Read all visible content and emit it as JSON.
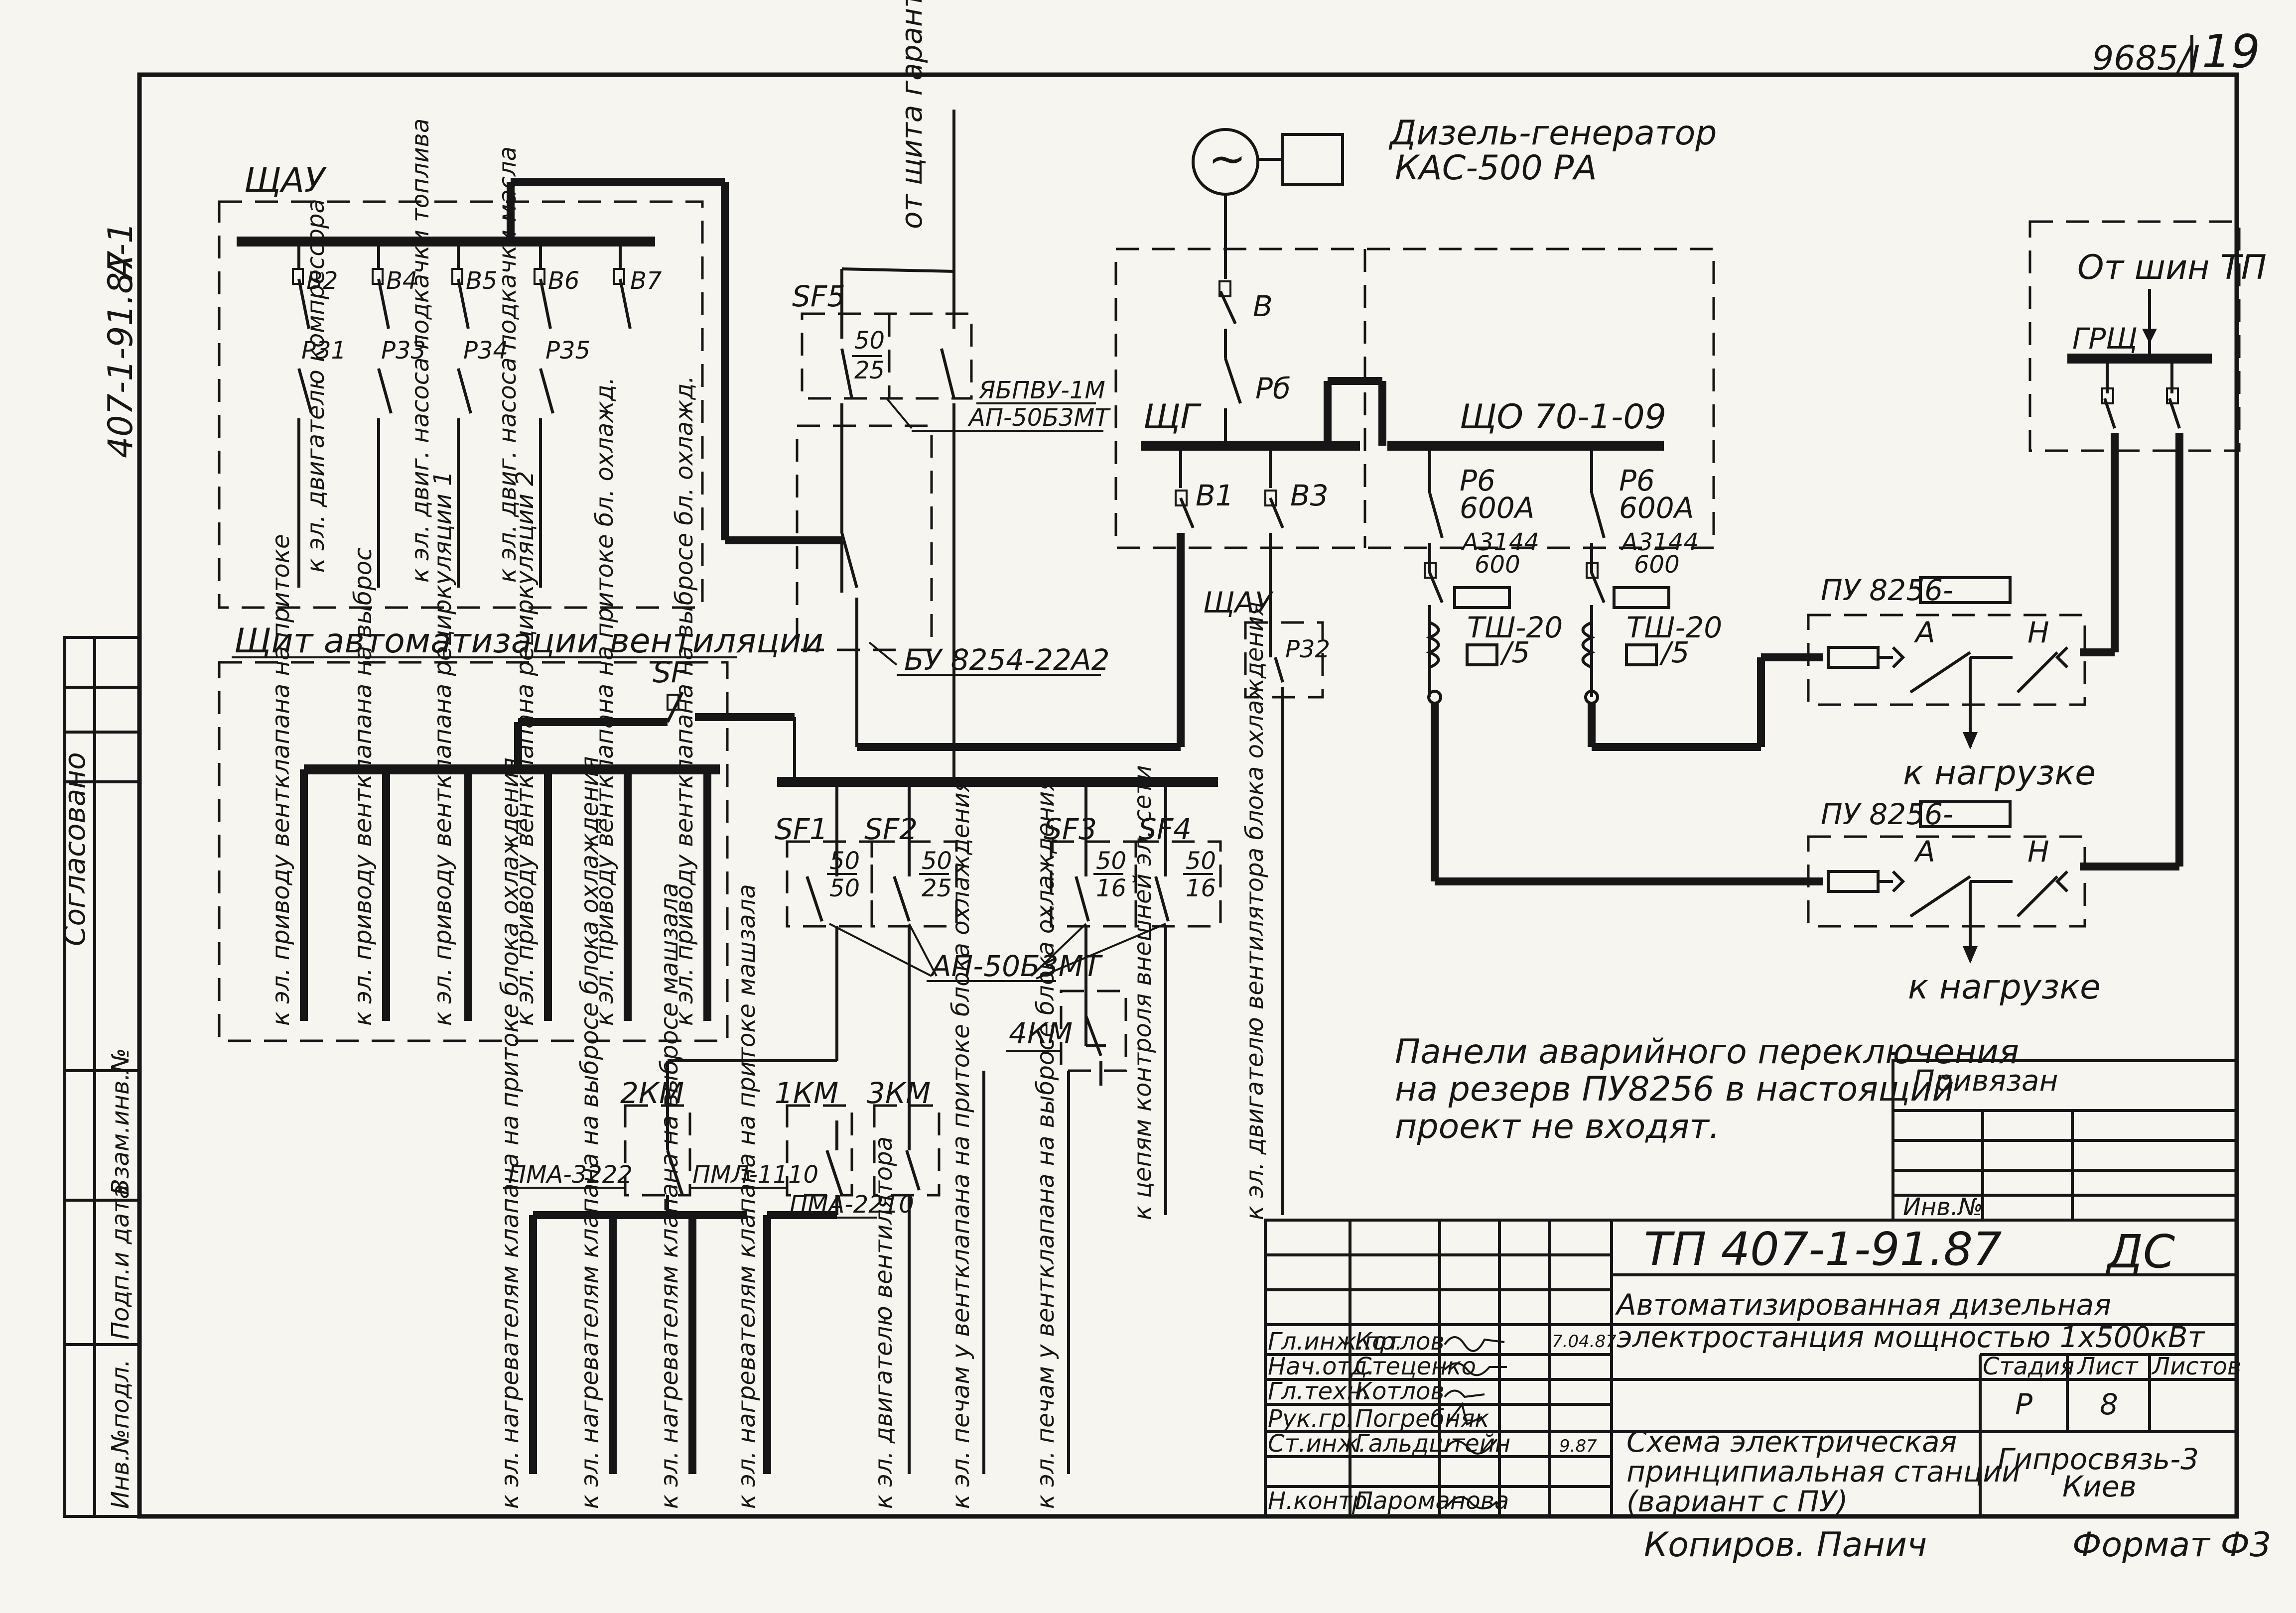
{
  "corner": {
    "sheet_code": "9685/I",
    "sheet_no": "19"
  },
  "left_margin": {
    "doc_code": "407-1-91.87",
    "series": "A-1",
    "agreed": "Согласовано",
    "inv_orig": "Инв.№подл.",
    "sign_date": "Подп.и дата",
    "replace_inv": "Взам.инв.№"
  },
  "schaw_top": {
    "title": "ЩАУ",
    "switches": [
      "В2",
      "В4",
      "В5",
      "В6",
      "В7"
    ],
    "relays": [
      "Р31",
      "Р33",
      "Р34",
      "Р35"
    ],
    "loads": [
      "к эл. двигателю компрессора",
      "к эл. двиг. насоса подкачки топлива",
      "к эл. двиг. насоса подкачки масла"
    ]
  },
  "feed": {
    "label": "от щита гарантиров. питания",
    "sf5": "SF5",
    "sf5_rating_top": "50",
    "sf5_rating_bot": "25",
    "cabinet": "ЯБПВУ-1М",
    "breaker": "АП-50Б3МТ",
    "bu": "БУ 8254-22А2"
  },
  "generator": {
    "title": "Дизель-генератор",
    "model": "КАС-500 РА",
    "switch_b": "В",
    "switch_rb": "Рб"
  },
  "shg": {
    "title": "ЩГ",
    "b1": "В1",
    "b3": "В3"
  },
  "shchu_small": {
    "title": "ЩАУ",
    "relay": "Р32"
  },
  "sho": {
    "title": "ЩО 70-1-09",
    "fuse": "Р6",
    "fuse_rating": "600А",
    "breaker": "А3144",
    "breaker_rating": "600",
    "ct": "ТШ-20",
    "ct_ratio": "/5"
  },
  "tp": {
    "title": "От шин ТП",
    "grsh": "ГРЩ"
  },
  "pu1": {
    "label": "ПУ 8256-",
    "a": "А",
    "n": "Н",
    "load": "к нагрузке"
  },
  "pu2": {
    "label": "ПУ 8256-",
    "a": "А",
    "n": "Н",
    "load": "к нагрузке"
  },
  "vent": {
    "title": "Щит автоматизации вентиляции",
    "sf": "SF",
    "loads": [
      "к эл. приводу вентклапана на притоке",
      "к эл. приводу вентклапана на выброс",
      "к эл. приводу вентклапана рециркуляции 1",
      "к эл. приводу вентклапана рециркуляции 2",
      "к эл. приводу вентклапана на притоке бл. охлажд.",
      "к эл. приводу вентклапана на выбросе бл. охлажд."
    ]
  },
  "breakers": {
    "sf1": "SF1",
    "sf1_a": "50",
    "sf1_b": "50",
    "sf2": "SF2",
    "sf2_a": "50",
    "sf2_b": "25",
    "sf3": "SF3",
    "sf3_a": "50",
    "sf3_b": "16",
    "sf4": "SF4",
    "sf4_a": "50",
    "sf4_b": "16",
    "type": "АП-50Б3МТ"
  },
  "contactors": {
    "k2": "2КМ",
    "k1": "1КМ",
    "k3": "3КМ",
    "k4": "4КМ",
    "pma3222": "ПМА-3222",
    "pml1110": "ПМЛ-1110",
    "pma2210": "ПМА-2210"
  },
  "bottom_loads": [
    "к эл. нагревателям клапана на притоке блока охлаждения",
    "к эл. нагревателям клапана на выбросе блока охлаждения",
    "к эл. нагревателям клапана на выбросе машзала",
    "к эл. нагревателям клапана на притоке машзала",
    "к эл. двигателю вентилятора",
    "к эл. печам у вентклапана на притоке блока охлаждения",
    "к эл. печам у вентклапана на выбросе блока охлаждения",
    "к цепям контроля внешней эл. сети",
    "к эл. двигателю вентилятора блока охлаждения"
  ],
  "note": {
    "line1": "Панели аварийного переключения",
    "line2": "на резерв ПУ8256 в настоящий",
    "line3": "проект не входят."
  },
  "stamp": {
    "privyazan": "Привязан",
    "inv_no": "Инв.№",
    "code": "ТП 407-1-91.87",
    "doc": "ДС",
    "title_1": "Автоматизированная дизельная",
    "title_2": "электростанция мощностью 1х500кВт",
    "sheet_1": "Схема электрическая",
    "sheet_2": "принципиальная станции",
    "sheet_3": "(вариант с ПУ)",
    "stage_h": "Стадия",
    "list_h": "Лист",
    "lists_h": "Листов",
    "stage": "Р",
    "list": "8",
    "org_1": "Гипросвязь-3",
    "org_2": "Киев",
    "roles": [
      "Гл.инж.пр.",
      "Нач.отд.",
      "Гл.техн.",
      "Рук.гр.",
      "Ст.инж.",
      "Н.контр."
    ],
    "names": [
      "Котлов",
      "Стеценко",
      "Котлов",
      "Погребняк",
      "Гальдштейн",
      "Пароманова"
    ],
    "date": "7.04.87",
    "date2": "9.87",
    "copied": "Копиров. Панич",
    "format": "Формат Ф3"
  }
}
